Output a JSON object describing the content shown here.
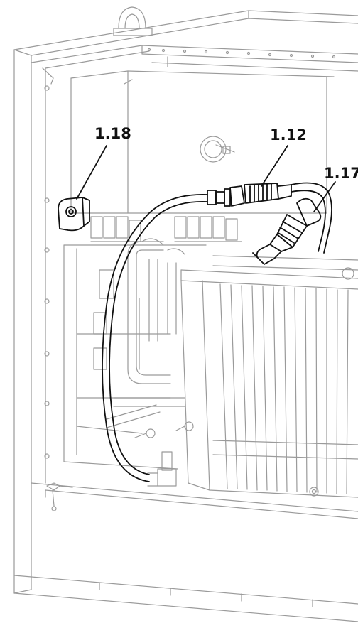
{
  "callouts": {
    "part_1_18": "1.18",
    "part_1_12": "1.12",
    "part_1_17": "1.17"
  },
  "colors": {
    "line_light": "#9a9a9a",
    "line_dark": "#111111",
    "frame_fill": "#f4f4f4",
    "background": "#ffffff"
  }
}
